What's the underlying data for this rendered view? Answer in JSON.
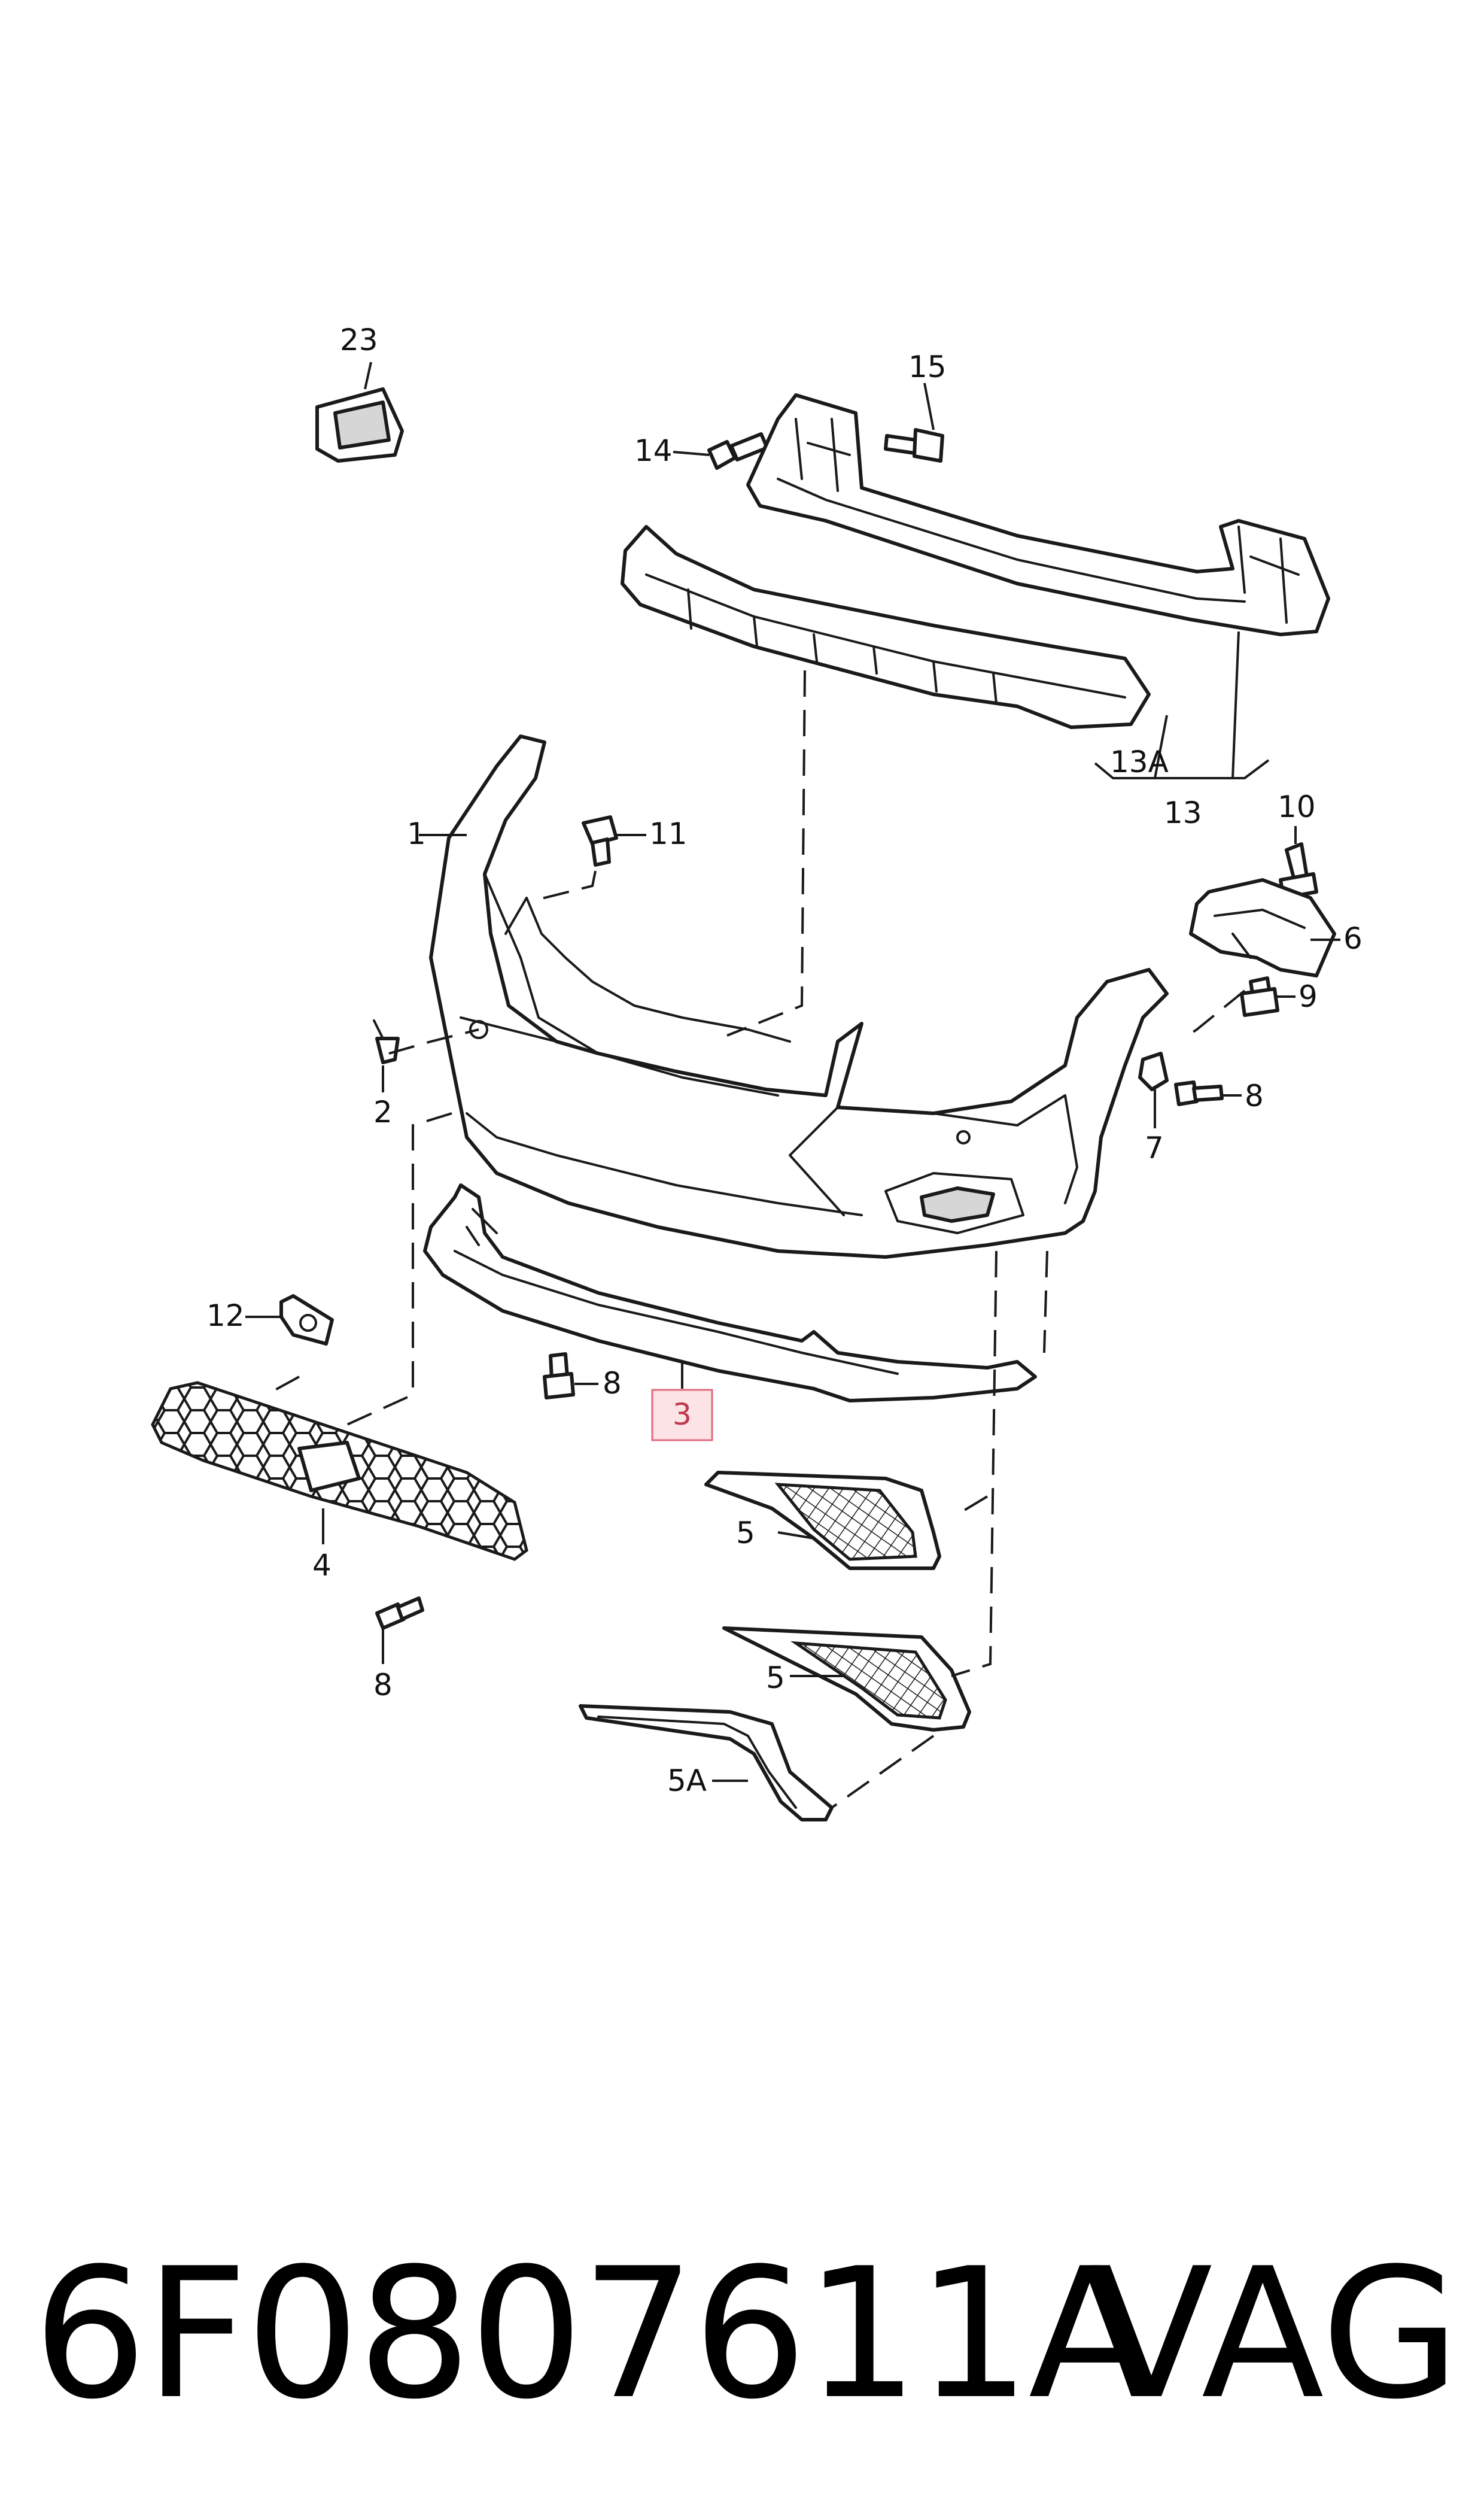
{
  "callouts": {
    "c23": "23",
    "c15": "15",
    "c14": "14",
    "c13A": "13A",
    "c13": "13",
    "c10": "10",
    "c1": "1",
    "c11": "11",
    "c6": "6",
    "c9": "9",
    "c2": "2",
    "c7": "7",
    "c8_right": "8",
    "c12": "12",
    "c8_mid": "8",
    "c3": "3",
    "c4": "4",
    "c5_upper": "5",
    "c8_left": "8",
    "c5_lower": "5",
    "c5A": "5A"
  },
  "caption": {
    "part_number": "6F0807611A",
    "brand": "VAG"
  },
  "colors": {
    "line": "#1a1a1a",
    "highlight_fill": "#fbe3e6",
    "highlight_stroke": "#e06b7d",
    "highlight_text": "#c0384e"
  }
}
